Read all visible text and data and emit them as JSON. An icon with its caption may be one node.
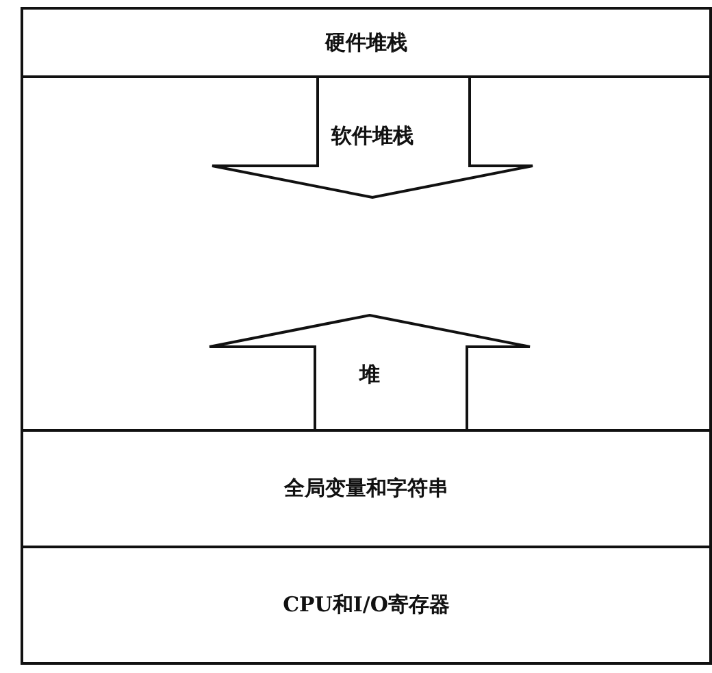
{
  "diagram": {
    "nodes": [
      {
        "text": [
          "硬件堆栈"
        ]
      },
      {
        "text": [],
        "shape": "box"
      },
      {
        "text": [
          "软件堆栈"
        ],
        "in": 1
      },
      {
        "text": [
          "堆"
        ],
        "in": 1
      },
      {
        "text": [
          "全局变量和字符串"
        ]
      },
      {
        "text": [
          "CPU和I/O寄存器"
        ]
      }
    ]
  }
}
